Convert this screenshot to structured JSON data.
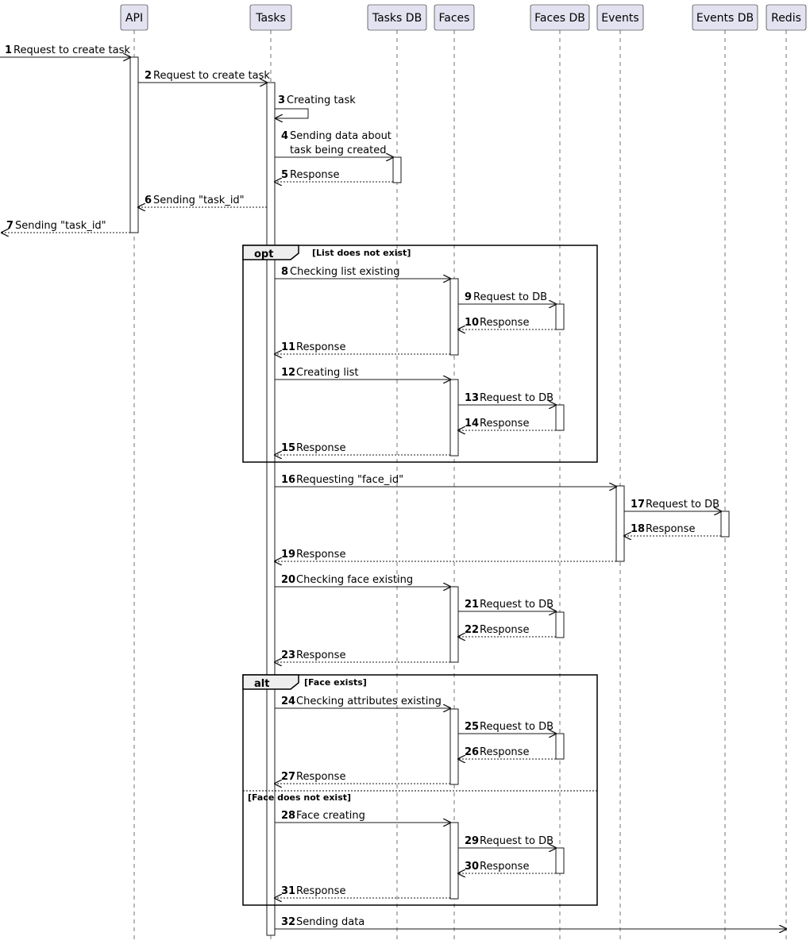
{
  "participants": [
    {
      "id": "api",
      "label": "API"
    },
    {
      "id": "tasks",
      "label": "Tasks"
    },
    {
      "id": "tasksdb",
      "label": "Tasks DB"
    },
    {
      "id": "faces",
      "label": "Faces"
    },
    {
      "id": "facesdb",
      "label": "Faces DB"
    },
    {
      "id": "events",
      "label": "Events"
    },
    {
      "id": "eventsdb",
      "label": "Events DB"
    },
    {
      "id": "redis",
      "label": "Redis"
    }
  ],
  "messages": [
    {
      "num": "1",
      "text": [
        "Request to create task"
      ],
      "from": "left",
      "to": "api",
      "dashed": false
    },
    {
      "num": "2",
      "text": [
        "Request to create task"
      ],
      "from": "api",
      "to": "tasks",
      "dashed": false
    },
    {
      "num": "3",
      "text": [
        "Creating task"
      ],
      "from": "tasks",
      "to": "tasks",
      "dashed": false
    },
    {
      "num": "4",
      "text": [
        "Sending data about",
        "task being created"
      ],
      "from": "tasks",
      "to": "tasksdb",
      "dashed": false
    },
    {
      "num": "5",
      "text": [
        "Response"
      ],
      "from": "tasksdb",
      "to": "tasks",
      "dashed": true
    },
    {
      "num": "6",
      "text": [
        "Sending \"task_id\""
      ],
      "from": "tasks",
      "to": "api",
      "dashed": true
    },
    {
      "num": "7",
      "text": [
        "Sending \"task_id\""
      ],
      "from": "api",
      "to": "left",
      "dashed": true
    },
    {
      "num": "8",
      "text": [
        "Checking list existing"
      ],
      "from": "tasks",
      "to": "faces",
      "dashed": false
    },
    {
      "num": "9",
      "text": [
        "Request to DB"
      ],
      "from": "faces",
      "to": "facesdb",
      "dashed": false
    },
    {
      "num": "10",
      "text": [
        "Response"
      ],
      "from": "facesdb",
      "to": "faces",
      "dashed": true
    },
    {
      "num": "11",
      "text": [
        "Response"
      ],
      "from": "faces",
      "to": "tasks",
      "dashed": true
    },
    {
      "num": "12",
      "text": [
        "Creating list"
      ],
      "from": "tasks",
      "to": "faces",
      "dashed": false
    },
    {
      "num": "13",
      "text": [
        "Request to DB"
      ],
      "from": "faces",
      "to": "facesdb",
      "dashed": false
    },
    {
      "num": "14",
      "text": [
        "Response"
      ],
      "from": "facesdb",
      "to": "faces",
      "dashed": true
    },
    {
      "num": "15",
      "text": [
        "Response"
      ],
      "from": "faces",
      "to": "tasks",
      "dashed": true
    },
    {
      "num": "16",
      "text": [
        "Requesting \"face_id\""
      ],
      "from": "tasks",
      "to": "events",
      "dashed": false
    },
    {
      "num": "17",
      "text": [
        "Request to DB"
      ],
      "from": "events",
      "to": "eventsdb",
      "dashed": false
    },
    {
      "num": "18",
      "text": [
        "Response"
      ],
      "from": "eventsdb",
      "to": "events",
      "dashed": true
    },
    {
      "num": "19",
      "text": [
        "Response"
      ],
      "from": "events",
      "to": "tasks",
      "dashed": true
    },
    {
      "num": "20",
      "text": [
        "Checking face existing"
      ],
      "from": "tasks",
      "to": "faces",
      "dashed": false
    },
    {
      "num": "21",
      "text": [
        "Request to DB"
      ],
      "from": "faces",
      "to": "facesdb",
      "dashed": false
    },
    {
      "num": "22",
      "text": [
        "Response"
      ],
      "from": "facesdb",
      "to": "faces",
      "dashed": true
    },
    {
      "num": "23",
      "text": [
        "Response"
      ],
      "from": "faces",
      "to": "tasks",
      "dashed": true
    },
    {
      "num": "24",
      "text": [
        "Checking attributes existing"
      ],
      "from": "tasks",
      "to": "faces",
      "dashed": false
    },
    {
      "num": "25",
      "text": [
        "Request to DB"
      ],
      "from": "faces",
      "to": "facesdb",
      "dashed": false
    },
    {
      "num": "26",
      "text": [
        "Response"
      ],
      "from": "facesdb",
      "to": "faces",
      "dashed": true
    },
    {
      "num": "27",
      "text": [
        "Response"
      ],
      "from": "faces",
      "to": "tasks",
      "dashed": true
    },
    {
      "num": "28",
      "text": [
        "Face creating"
      ],
      "from": "tasks",
      "to": "faces",
      "dashed": false
    },
    {
      "num": "29",
      "text": [
        "Request to DB"
      ],
      "from": "faces",
      "to": "facesdb",
      "dashed": false
    },
    {
      "num": "30",
      "text": [
        "Response"
      ],
      "from": "facesdb",
      "to": "faces",
      "dashed": true
    },
    {
      "num": "31",
      "text": [
        "Response"
      ],
      "from": "faces",
      "to": "tasks",
      "dashed": true
    },
    {
      "num": "32",
      "text": [
        "Sending data"
      ],
      "from": "tasks",
      "to": "redis",
      "dashed": false
    }
  ],
  "fragments": [
    {
      "kind": "opt",
      "conditions": [
        "List does not exist"
      ]
    },
    {
      "kind": "alt",
      "conditions": [
        "Face exists",
        "Face does not exist"
      ]
    }
  ]
}
